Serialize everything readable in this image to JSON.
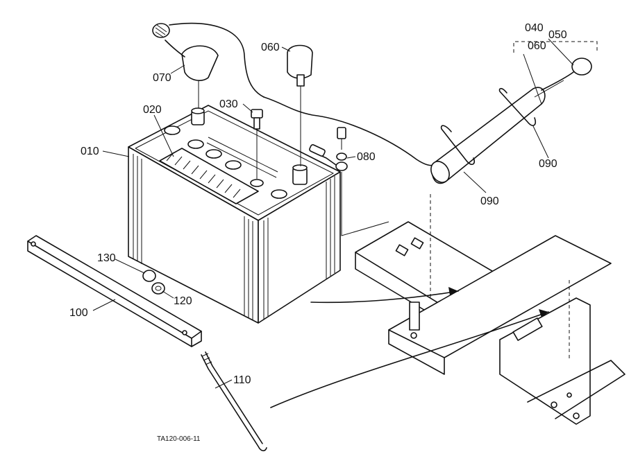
{
  "diagram": {
    "callouts": {
      "p010": "010",
      "p020": "020",
      "p030": "030",
      "p040": "040",
      "p050": "050",
      "p060a": "060",
      "p060b": "060",
      "p070": "070",
      "p080": "080",
      "p090a": "090",
      "p090b": "090",
      "p100": "100",
      "p110": "110",
      "p120": "120",
      "p130": "130"
    },
    "figure_code": "TA120-006-11"
  }
}
